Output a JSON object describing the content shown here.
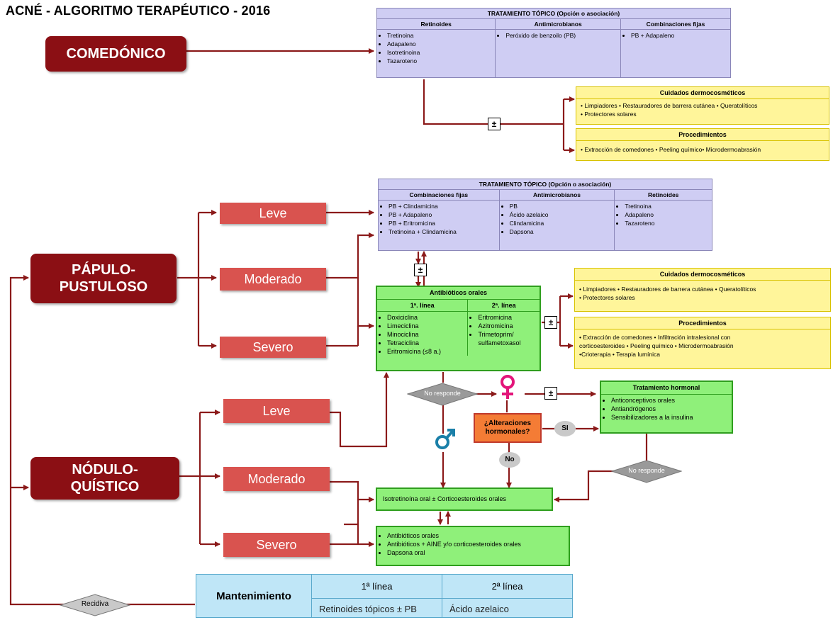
{
  "title": "ACNÉ - ALGORITMO TERAPÉUTICO - 2016",
  "categories": {
    "comedonico": "COMEDÓNICO",
    "papulo": "PÁPULO-\nPUSTULOSO",
    "nodulo": "NÓDULO-\nQUÍSTICO"
  },
  "severity": {
    "leve": "Leve",
    "moderado": "Moderado",
    "severo": "Severo"
  },
  "topico1": {
    "header": "TRATAMIENTO TÓPICO  (Opción o asociación)",
    "columns": [
      {
        "title": "Retinoides",
        "items": [
          "Tretinoina",
          "Adapaleno",
          "Isotretinoina",
          "Tazaroteno"
        ]
      },
      {
        "title": "Antimicrobianos",
        "items": [
          "Peróxido de benzoilo (PB)"
        ]
      },
      {
        "title": "Combinaciones fijas",
        "items": [
          "PB + Adapaleno"
        ]
      }
    ]
  },
  "topico2": {
    "header": "TRATAMIENTO TÓPICO  (Opción o asociación)",
    "columns": [
      {
        "title": "Combinaciones fijas",
        "items": [
          "PB + Clindamicina",
          "PB + Adapaleno",
          "PB + Eritromicina",
          "Tretinoina + Clindamicina"
        ]
      },
      {
        "title": "Antimicrobianos",
        "items": [
          "PB",
          "Ácido azelaico",
          "Clindamicina",
          "Dapsona"
        ]
      },
      {
        "title": "Retinoides",
        "items": [
          "Tretinoina",
          "Adapaleno",
          "Tazaroteno"
        ]
      }
    ]
  },
  "cuidados1": {
    "header": "Cuidados dermocosméticos",
    "body": "• Limpiadores  • Restauradores de barrera cutánea  • Queratolíticos\n• Protectores solares"
  },
  "procedimientos1": {
    "header": "Procedimientos",
    "body": "• Extracción de comedones  • Peeling químico• Microdermoabrasión"
  },
  "cuidados2": {
    "header": "Cuidados dermocosméticos",
    "body": "• Limpiadores  • Restauradores de barrera cutánea  • Queratolíticos\n• Protectores solares"
  },
  "procedimientos2": {
    "header": "Procedimientos",
    "body": "• Extracción de comedones  • Infiltración intralesional con\n   corticoesteroides  • Peeling químico  • Microdermoabrasión\n•Crioterapia  • Terapia lumínica"
  },
  "antibioticos": {
    "header": "Antibióticos orales",
    "col1_title": "1ª. línea",
    "col1_items": [
      "Doxiciclina",
      "Limeciclina",
      "Minociclina",
      "Tetraciclina",
      "Eritromicina (≤8 a.)"
    ],
    "col2_title": "2ª. línea",
    "col2_items": [
      "Eritromicina",
      "Azitromicina",
      "Trimetoprim/ sulfametoxasol"
    ]
  },
  "pm": "±",
  "no_responde": "No responde",
  "alteraciones": "¿Alteraciones\nhormonales?",
  "si": "SI",
  "no": "No",
  "hormonal": {
    "header": "Tratamiento hormonal",
    "items": [
      "Anticonceptivos orales",
      "Antiandrógenos",
      "Sensibilizadores a la insulina"
    ]
  },
  "isotretinoina": "Isotretinoína oral ± Corticoesteroides orales",
  "antib_nodulo": [
    "Antibióticos orales",
    "Antibióticos + AINE y/o corticoesteroides orales",
    "Dapsona oral"
  ],
  "recidiva": "Recidiva",
  "mantenimiento": {
    "label": "Mantenimiento",
    "col1_head": "1ª línea",
    "col1_val": "Retinoides tópicos  ± PB",
    "col2_head": "2ª línea",
    "col2_val": "Ácido azelaico"
  },
  "colors": {
    "arrow": "#8b1a1a",
    "maincat": "#8b0f14",
    "severity": "#d9534f",
    "purple": "#cfcdf3",
    "yellow": "#fff59a",
    "green": "#8ff07a",
    "blue": "#bfe6f7",
    "female": "#e3157a",
    "male": "#1a7fa8"
  }
}
